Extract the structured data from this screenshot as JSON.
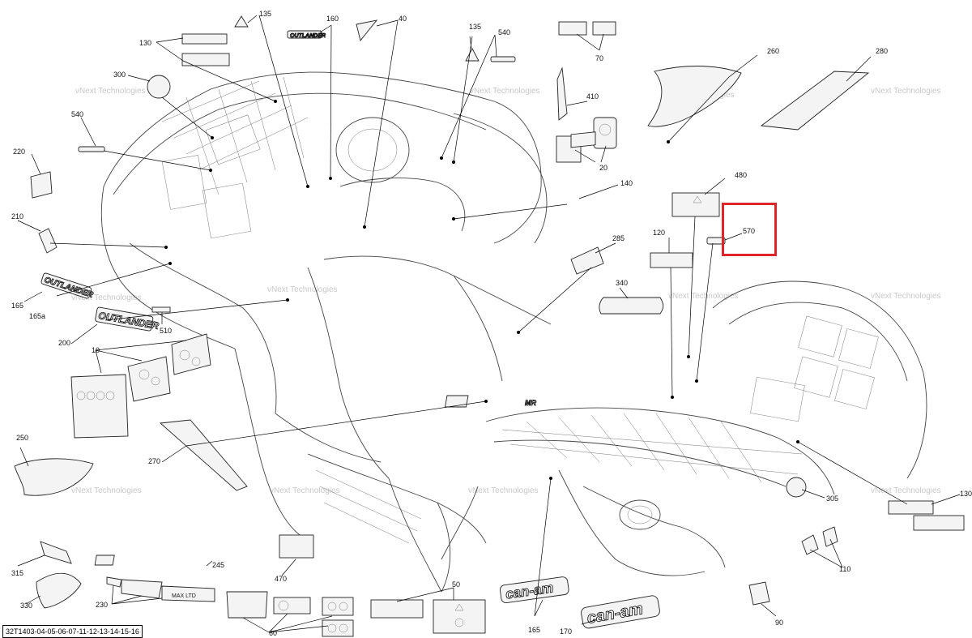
{
  "drawing_id": "32T1403-04-05-06-07-11-12-13-14-15-16",
  "watermark": "vNext Technologies",
  "highlight": {
    "callout": "570",
    "color": "#e0242b"
  },
  "decal_texts": {
    "outlander": "OUTLANDER",
    "can_am": "can-am",
    "mr": "MR",
    "maxline": "MAX LTD"
  },
  "callouts": [
    {
      "id": "c135a",
      "label": "135"
    },
    {
      "id": "c160",
      "label": "160"
    },
    {
      "id": "c40",
      "label": "40"
    },
    {
      "id": "c135b",
      "label": "135"
    },
    {
      "id": "c540a",
      "label": "540"
    },
    {
      "id": "c70",
      "label": "70"
    },
    {
      "id": "c130a",
      "label": "130"
    },
    {
      "id": "c300",
      "label": "300"
    },
    {
      "id": "c540b",
      "label": "540"
    },
    {
      "id": "c220",
      "label": "220"
    },
    {
      "id": "c410",
      "label": "410"
    },
    {
      "id": "c260",
      "label": "260"
    },
    {
      "id": "c280",
      "label": "280"
    },
    {
      "id": "c20",
      "label": "20"
    },
    {
      "id": "c140",
      "label": "140"
    },
    {
      "id": "c480",
      "label": "480"
    },
    {
      "id": "c210",
      "label": "210"
    },
    {
      "id": "c570",
      "label": "570"
    },
    {
      "id": "c120",
      "label": "120"
    },
    {
      "id": "c285",
      "label": "285"
    },
    {
      "id": "c340",
      "label": "340"
    },
    {
      "id": "c165a",
      "label": "165"
    },
    {
      "id": "c165b",
      "label": "165a"
    },
    {
      "id": "c510",
      "label": "510"
    },
    {
      "id": "c200",
      "label": "200"
    },
    {
      "id": "c10",
      "label": "10"
    },
    {
      "id": "c250",
      "label": "250"
    },
    {
      "id": "c270",
      "label": "270"
    },
    {
      "id": "c305",
      "label": "305"
    },
    {
      "id": "c130b",
      "label": "130"
    },
    {
      "id": "c110",
      "label": "110"
    },
    {
      "id": "c315",
      "label": "315"
    },
    {
      "id": "c245",
      "label": "245"
    },
    {
      "id": "c470",
      "label": "470"
    },
    {
      "id": "c330",
      "label": "330"
    },
    {
      "id": "c230",
      "label": "230"
    },
    {
      "id": "c50",
      "label": "50"
    },
    {
      "id": "c60",
      "label": "60"
    },
    {
      "id": "c165c",
      "label": "165"
    },
    {
      "id": "c170",
      "label": "170"
    },
    {
      "id": "c90",
      "label": "90"
    }
  ]
}
